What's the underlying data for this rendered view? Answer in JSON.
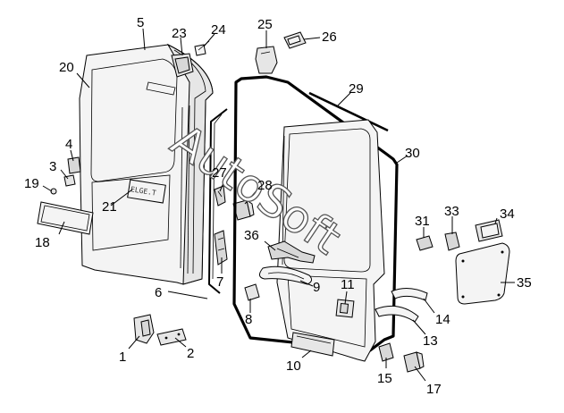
{
  "diagram": {
    "callouts": [
      "1",
      "2",
      "3",
      "4",
      "5",
      "6",
      "7",
      "8",
      "9",
      "10",
      "11",
      "13",
      "14",
      "15",
      "17",
      "18",
      "19",
      "20",
      "21",
      "23",
      "24",
      "25",
      "26",
      "27",
      "28",
      "29",
      "30",
      "31",
      "33",
      "34",
      "35",
      "36"
    ],
    "watermark": "AutoSoft",
    "badge_text": "ELGE.T"
  }
}
